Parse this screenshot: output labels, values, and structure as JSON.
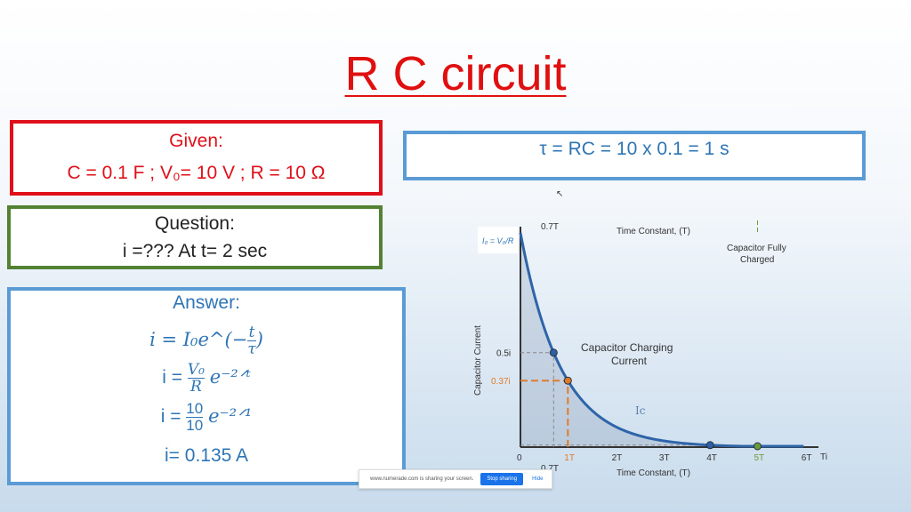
{
  "title": "R C circuit",
  "given": {
    "heading": "Given:",
    "line": "C = 0.1 F  ; V₀= 10 V  ; R = 10 Ω"
  },
  "question": {
    "heading": "Question:",
    "line": "i =??? At t= 2 sec"
  },
  "answer": {
    "heading": "Answer:",
    "eq1_lhs": "i = I₀e^(−",
    "eq1_num": "t",
    "eq1_den": "τ",
    "eq1_end": ")",
    "eq2_lhs": "i = ",
    "eq2_num": "V₀",
    "eq2_den": "R",
    "eq2_exp": "e⁻²ᐟᵗ",
    "eq3_lhs": "i = ",
    "eq3_num": "10",
    "eq3_den": "10",
    "eq3_exp": "e⁻²ᐟ¹",
    "result": "i= 0.135 A"
  },
  "tau": "τ = RC = 10 x 0.1 = 1 s",
  "chart_data": {
    "type": "line",
    "ylabel": "Capacitor Current",
    "xlabel": "Time Constant, (T)",
    "top_label": "Time Constant, (T)",
    "x_axis_end_label": "Time, t",
    "x_ticks": [
      "0",
      "1T",
      "2T",
      "3T",
      "4T",
      "5T",
      "6T"
    ],
    "y_ticks": [
      "0.5i",
      "0.37i"
    ],
    "i0_label": "I₀ = V₀/R",
    "label_07": "0.7T",
    "annotation": "Capacitor Charging Current",
    "curve_label": "Ic",
    "full_label": "Capacitor Fully Charged",
    "points": [
      {
        "t": 0.7,
        "color": "#2e5fa0"
      },
      {
        "t": 1,
        "color": "#e07b2a"
      },
      {
        "t": 4,
        "color": "#2e5fa0"
      },
      {
        "t": 5,
        "color": "#6a9a3a"
      }
    ],
    "xlim": [
      0,
      6
    ],
    "colors": {
      "curve": "#2e64a8",
      "accent": "#e07b2a",
      "five": "#6a9a3a"
    }
  },
  "share_bar": {
    "text": "www.numerade.com is sharing your screen.",
    "stop": "Stop sharing",
    "hide": "Hide"
  }
}
